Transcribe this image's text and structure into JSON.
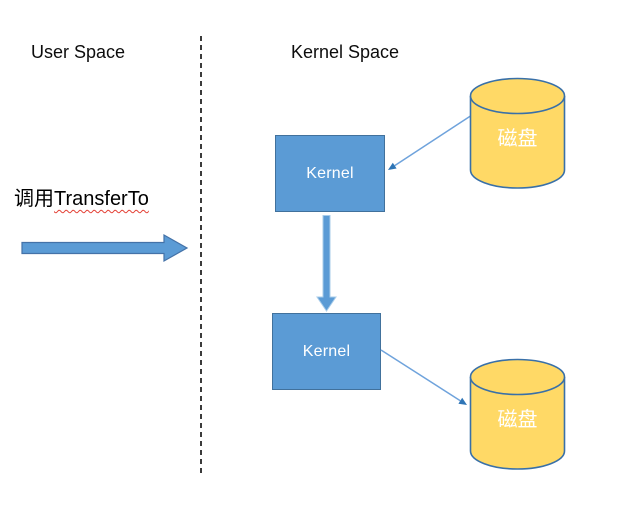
{
  "diagram": {
    "user_space_label": "User Space",
    "kernel_space_label": "Kernel Space",
    "call_caption": {
      "prefix": "调用",
      "term": "TransferTo"
    },
    "kernel_box_top_label": "Kernel",
    "kernel_box_bottom_label": "Kernel",
    "disk_top_label": "磁盘",
    "disk_bottom_label": "磁盘"
  },
  "colors": {
    "box_fill": "#5B9BD5",
    "box_border": "#41719C",
    "cylinder_fill": "#FFD966",
    "cylinder_border": "#3970A8",
    "big_arrow_fill": "#5B9BD5",
    "big_arrow_border": "#4472A8",
    "vertical_arrow_border": "#A8CCEA",
    "connector_line": "#6FA3DC",
    "connector_head": "#2E75B6",
    "divider": "#3B3B3B",
    "spellcheck_underline": "#E33E33",
    "region_text": "#0D0D0D",
    "shape_text": "#FFFFFF"
  }
}
